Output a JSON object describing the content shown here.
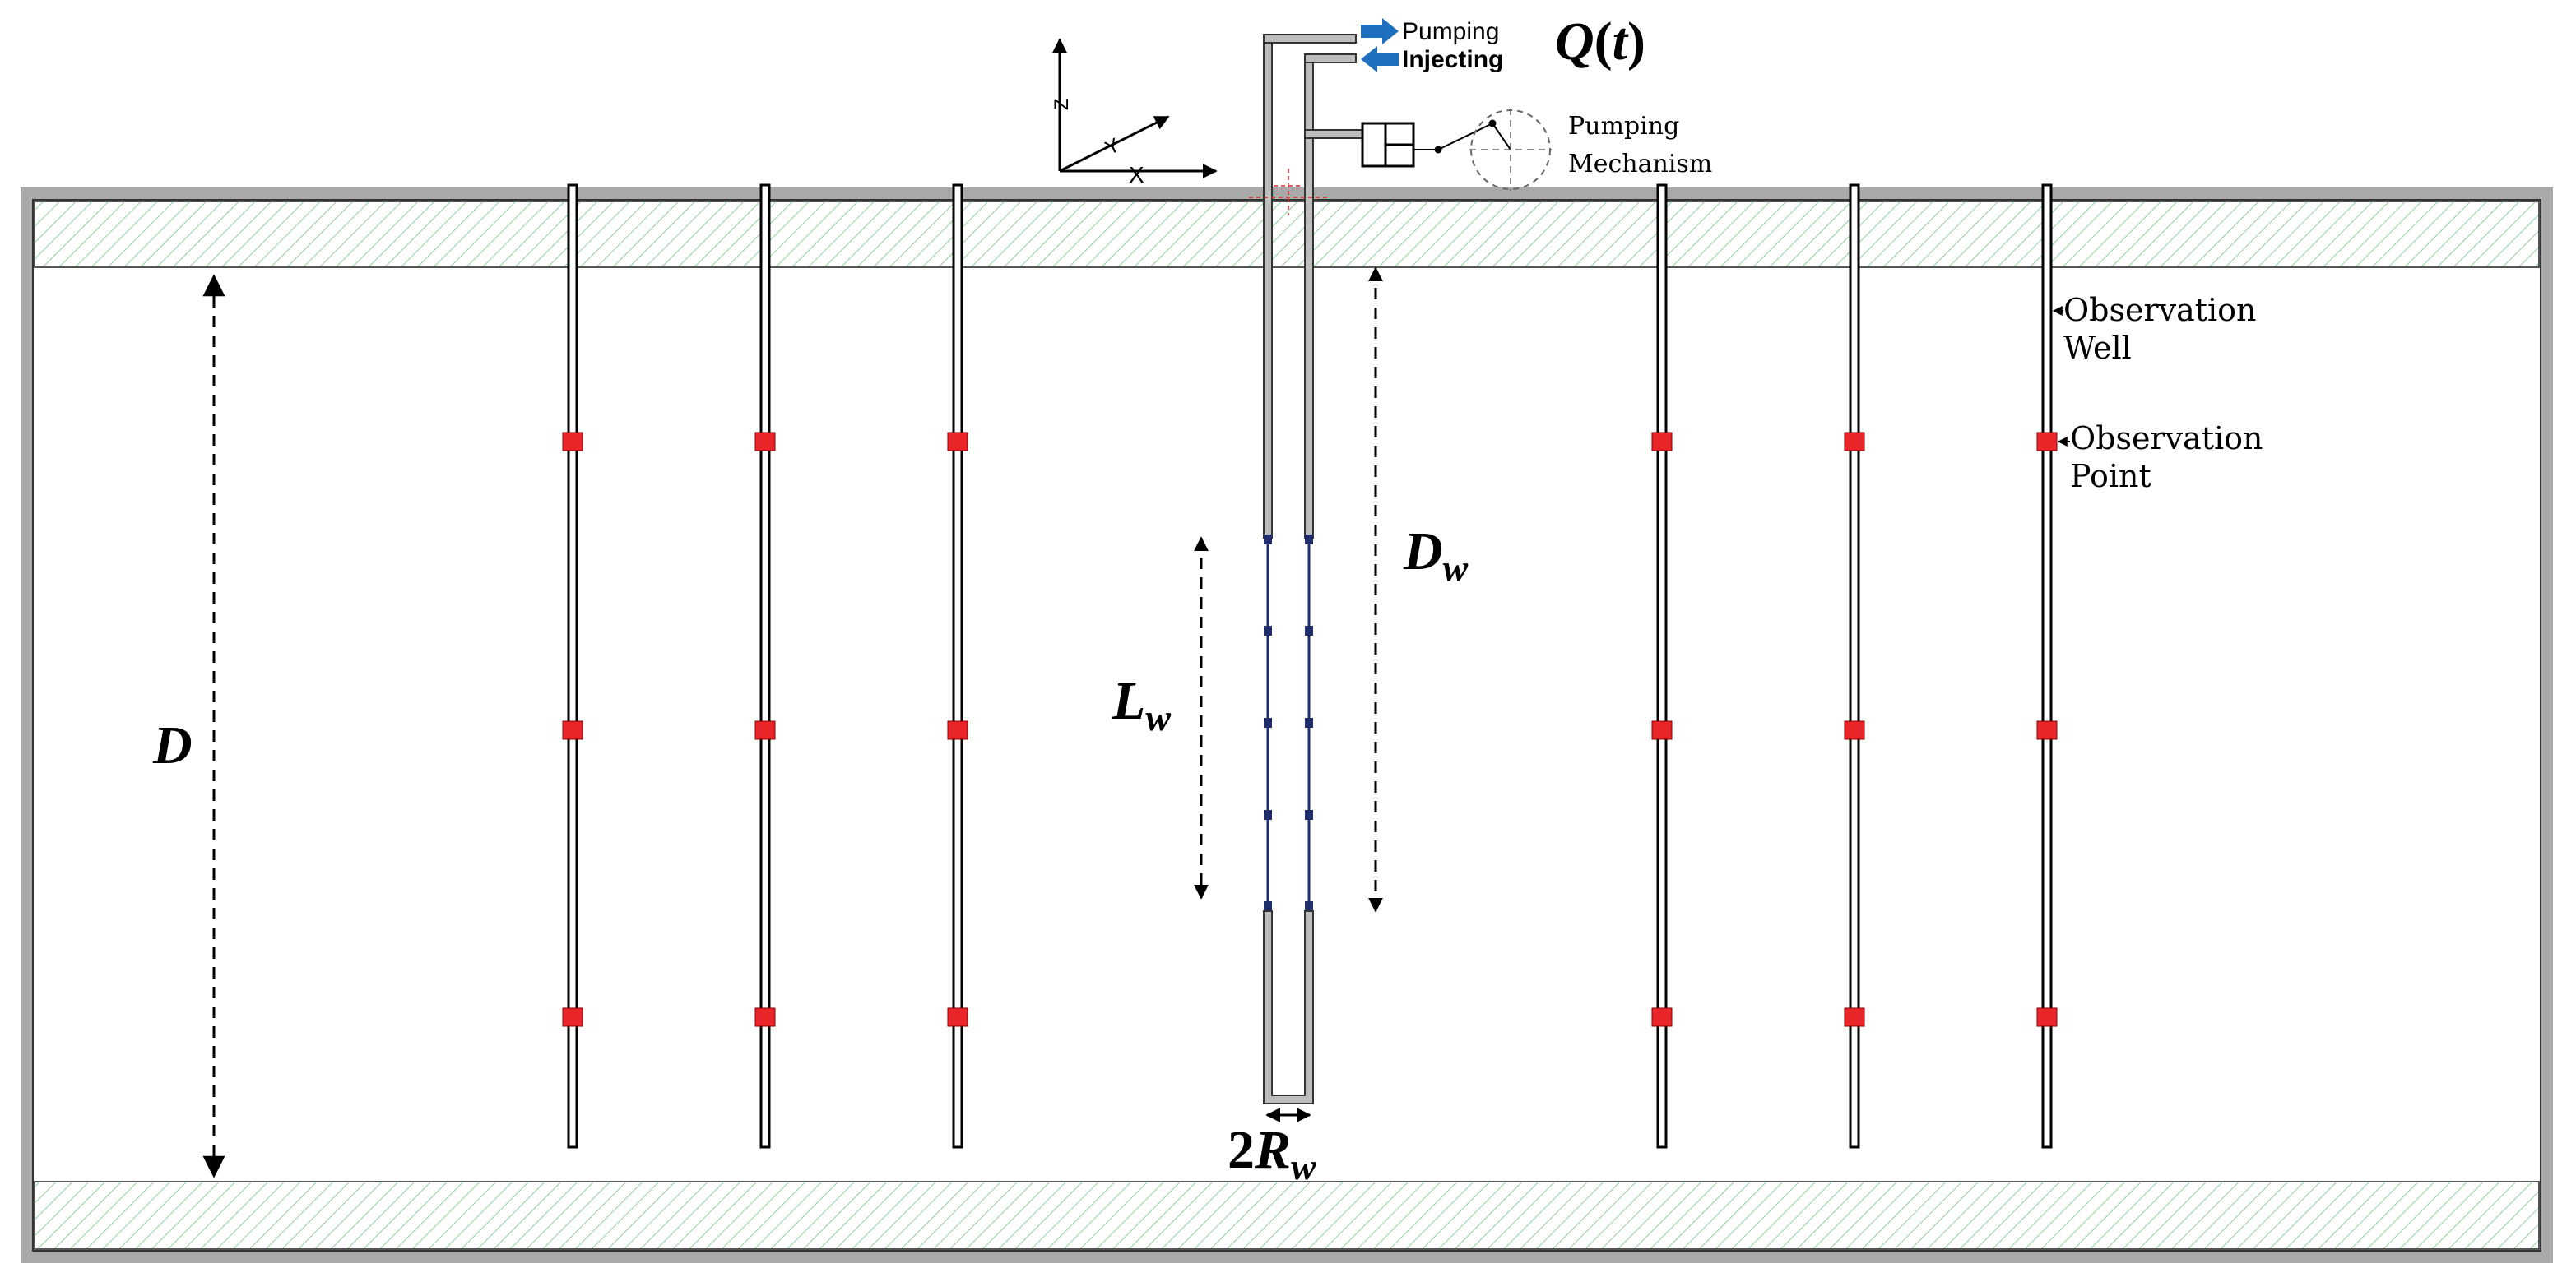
{
  "flow": {
    "pumping": "Pumping",
    "injecting": "Injecting",
    "rate_Q": "Q",
    "rate_open": "(",
    "rate_t": "t",
    "rate_close": ")"
  },
  "mechanism": {
    "line1": "Pumping",
    "line2": "Mechanism"
  },
  "axes": {
    "x": "X",
    "y": "Y",
    "z": "Z"
  },
  "observation_well": {
    "line1": "Observation",
    "line2": "Well"
  },
  "observation_point": {
    "line1": "Observation",
    "line2": "Point"
  },
  "dims": {
    "D": "D",
    "L": "L",
    "L_sub": "w",
    "Dw": "D",
    "Dw_sub": "w",
    "two": "2",
    "R": "R",
    "R_sub": "w"
  },
  "colors": {
    "hatch": "#8fd19e",
    "frame": "#a9a9a9",
    "well_casing": "#bdbdbd",
    "observation_point": "#e8262a",
    "screen": "#1f2d6b",
    "flow_arrow": "#1f6fc1"
  }
}
